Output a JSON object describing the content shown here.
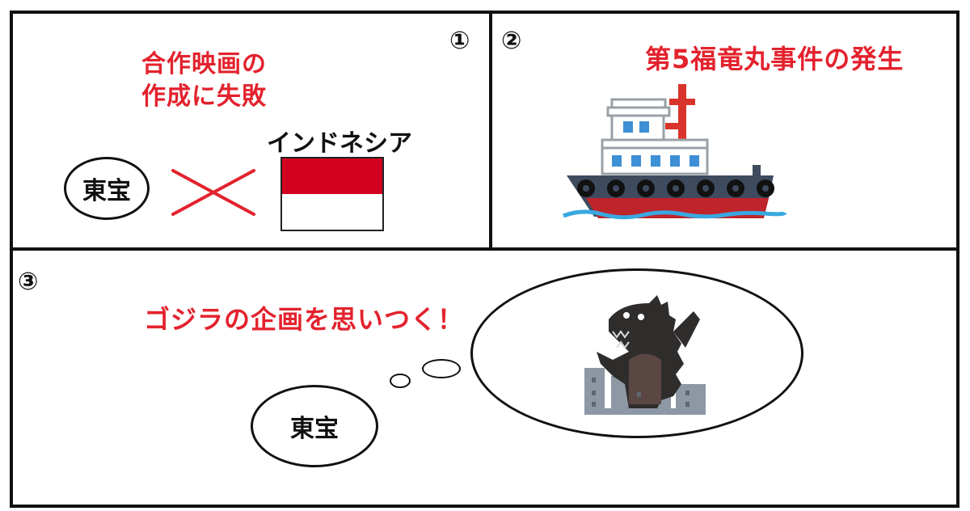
{
  "panels": [
    {
      "number": "①",
      "caption_lines": [
        "合作映画の",
        "作成に失敗"
      ],
      "company_label": "東宝",
      "partner_country_label": "インドネシア",
      "cross_mark": "×",
      "flag_colors": {
        "top": "#d40020",
        "bottom": "#ffffff"
      }
    },
    {
      "number": "②",
      "caption": "第5福竜丸事件の発生",
      "illustration": "ship-icon"
    },
    {
      "number": "③",
      "caption": "ゴジラの企画を思いつく！",
      "company_label": "東宝",
      "illustration": "godzilla-icon"
    }
  ],
  "colors": {
    "accent_red": "#e3222d",
    "border": "#111111",
    "hull_blue": "#3e4a5e",
    "hull_red": "#c0242b",
    "water": "#3aa8e0",
    "window_blue": "#3d8fd6",
    "monster": "#2f2c2c",
    "building": "#8e97a4"
  }
}
